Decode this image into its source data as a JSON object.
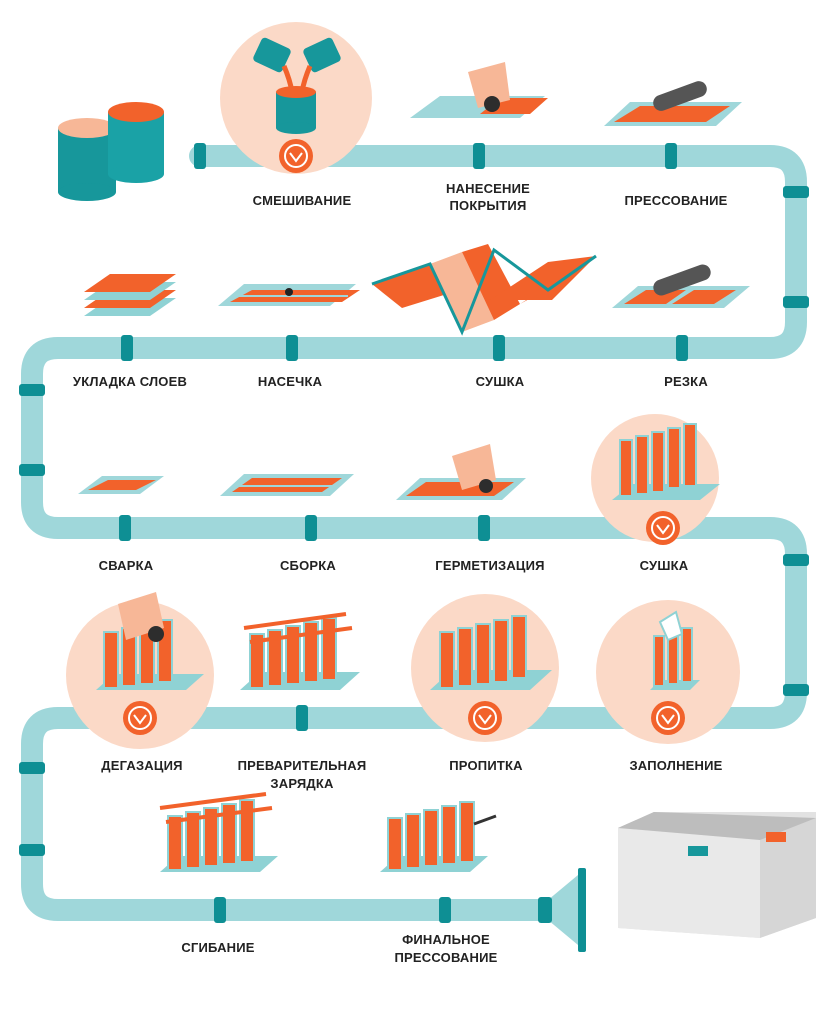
{
  "colors": {
    "pipe": "#9fd7da",
    "pipe_dark": "#0e8f94",
    "orange": "#f2622b",
    "light_orange": "#f7b797",
    "peach": "#fbd9c7",
    "frame": "#8fd2d4",
    "battery_top": "#b9b9b9",
    "battery_side": "#e2e2e2",
    "text": "#222222"
  },
  "steps": [
    {
      "id": "mixing",
      "lines": [
        "СМЕШИВАНИЕ"
      ],
      "highlight": true
    },
    {
      "id": "coating",
      "lines": [
        "НАНЕСЕНИЕ",
        "ПОКРЫТИЯ"
      ],
      "highlight": false
    },
    {
      "id": "pressing",
      "lines": [
        "ПРЕССОВАНИЕ"
      ],
      "highlight": false
    },
    {
      "id": "cutting",
      "lines": [
        "РЕЗКА"
      ],
      "highlight": false
    },
    {
      "id": "drying-1",
      "lines": [
        "СУШКА"
      ],
      "highlight": false
    },
    {
      "id": "notching",
      "lines": [
        "НАСЕЧКА"
      ],
      "highlight": false
    },
    {
      "id": "stacking",
      "lines": [
        "УКЛАДКА СЛОЕВ"
      ],
      "highlight": false
    },
    {
      "id": "welding",
      "lines": [
        "СВАРКА"
      ],
      "highlight": false
    },
    {
      "id": "assembly",
      "lines": [
        "СБОРКА"
      ],
      "highlight": false
    },
    {
      "id": "sealing",
      "lines": [
        "ГЕРМЕТИЗАЦИЯ"
      ],
      "highlight": false
    },
    {
      "id": "drying-2",
      "lines": [
        "СУШКА"
      ],
      "highlight": true
    },
    {
      "id": "filling",
      "lines": [
        "ЗАПОЛНЕНИЕ"
      ],
      "highlight": true
    },
    {
      "id": "impregnation",
      "lines": [
        "ПРОПИТКА"
      ],
      "highlight": true
    },
    {
      "id": "precharge",
      "lines": [
        "ПРЕВАРИТЕЛЬНАЯ",
        "ЗАРЯДКА"
      ],
      "highlight": false
    },
    {
      "id": "degassing",
      "lines": [
        "ДЕГАЗАЦИЯ"
      ],
      "highlight": true
    },
    {
      "id": "folding",
      "lines": [
        "СГИБАНИЕ"
      ],
      "highlight": false
    },
    {
      "id": "final-pressing",
      "lines": [
        "ФИНАЛЬНОЕ",
        "ПРЕССОВАНИЕ"
      ],
      "highlight": false
    }
  ]
}
